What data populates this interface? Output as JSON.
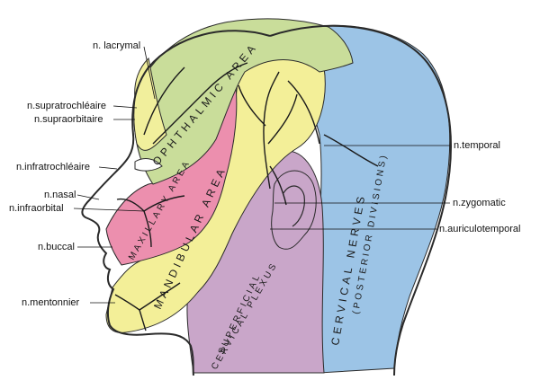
{
  "labels": {
    "lacrymal": "n. lacrymal",
    "supratrochleaire": "n.supratrochléaire",
    "supraorbitaire": "n.supraorbitaire",
    "infratrochleaire": "n.infratrochléaire",
    "nasal": "n.nasal",
    "infraorbital": "n.infraorbital",
    "buccal": "n.buccal",
    "mentonnier": "n.mentonnier",
    "temporal": "n.temporal",
    "zygomatic": "n.zygomatic",
    "auriculotemporal": "n.auriculotemporal"
  },
  "regions": {
    "ophthalmic": "OPHTHALMIC AREA",
    "maxillary": "MAXILLARY AREA",
    "mandibular": "MANDIBULAR AREA",
    "cervical_plexus_1": "SUPERFICIAL",
    "cervical_plexus_2": "CERVICAL PLEXUS",
    "cervical_nerves_1": "CERVICAL NERVES",
    "cervical_nerves_2": "(POSTERIOR DIVISIONS)"
  },
  "colors": {
    "ophthalmic": "#c9dd9a",
    "forehead_yellow": "#f1ef9c",
    "maxillary": "#ec8fae",
    "mandibular": "#f3ef98",
    "cervical_plexus": "#c9a6c9",
    "cervical_nerves": "#9cc4e6",
    "outline": "#2a2a2a",
    "nerve": "#1a1a1a"
  }
}
